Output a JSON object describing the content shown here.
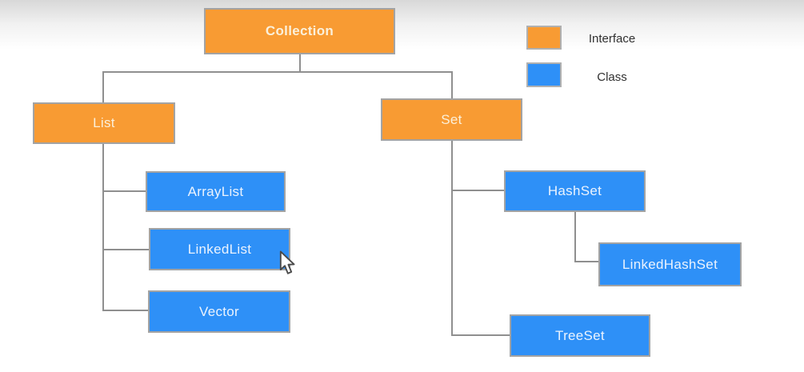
{
  "diagram": {
    "title_node": "Collection",
    "nodes": {
      "collection": {
        "label": "Collection",
        "type": "interface"
      },
      "list": {
        "label": "List",
        "type": "interface"
      },
      "set": {
        "label": "Set",
        "type": "interface"
      },
      "arraylist": {
        "label": "ArrayList",
        "type": "class"
      },
      "linkedlist": {
        "label": "LinkedList",
        "type": "class"
      },
      "vector": {
        "label": "Vector",
        "type": "class"
      },
      "hashset": {
        "label": "HashSet",
        "type": "class"
      },
      "linkedhashset": {
        "label": "LinkedHashSet",
        "type": "class"
      },
      "treeset": {
        "label": "TreeSet",
        "type": "class"
      }
    },
    "edges": [
      [
        "Collection",
        "List"
      ],
      [
        "Collection",
        "Set"
      ],
      [
        "List",
        "ArrayList"
      ],
      [
        "List",
        "LinkedList"
      ],
      [
        "List",
        "Vector"
      ],
      [
        "Set",
        "HashSet"
      ],
      [
        "HashSet",
        "LinkedHashSet"
      ],
      [
        "Set",
        "TreeSet"
      ]
    ]
  },
  "legend": {
    "items": [
      {
        "label": "Interface",
        "swatch": "orange-swatch"
      },
      {
        "label": "Class",
        "swatch": "blue-swatch"
      }
    ]
  },
  "colors": {
    "interface_fill": "#f89b33",
    "class_fill": "#2e90f7",
    "box_border": "#a3a3a3",
    "connector_line": "#8f8f8f"
  },
  "cursor": {
    "shape": "arrow-pointer"
  }
}
